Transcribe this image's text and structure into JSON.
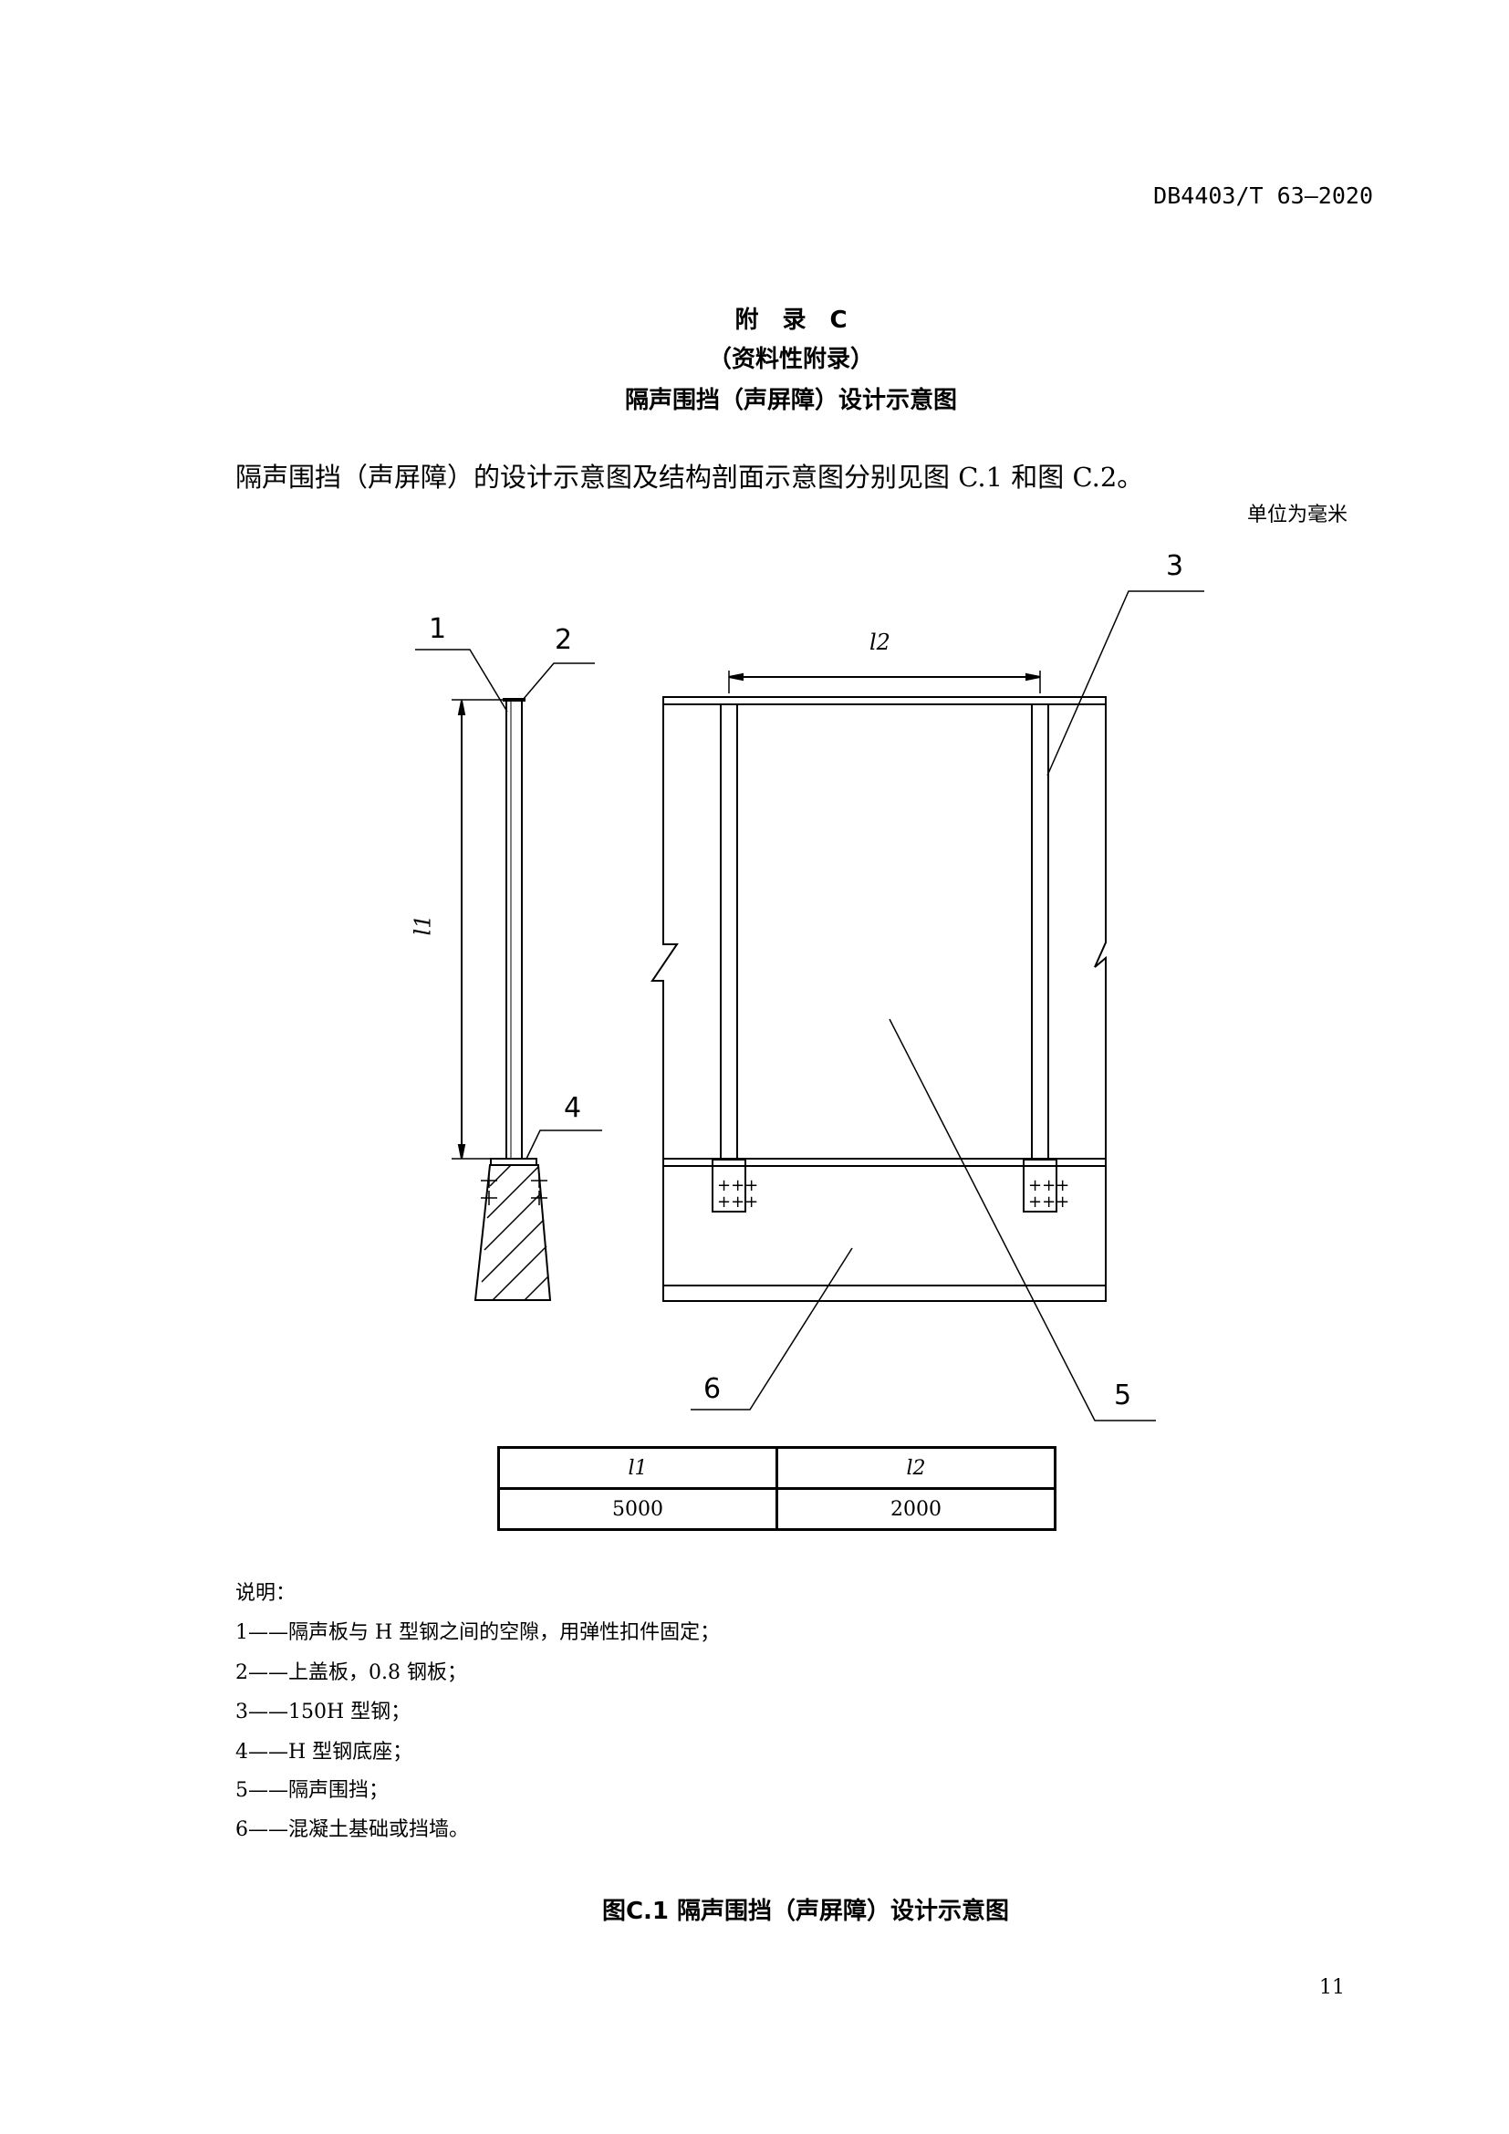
{
  "header": {
    "doc_code": "DB4403/T 63—2020"
  },
  "titles": {
    "appendix": "附　录　C",
    "type": "（资料性附录）",
    "name": "隔声围挡（声屏障）设计示意图"
  },
  "intro": "隔声围挡（声屏障）的设计示意图及结构剖面示意图分别见图 C.1 和图 C.2。",
  "unit_note": "单位为毫米",
  "drawing": {
    "callouts": [
      "1",
      "2",
      "3",
      "4",
      "5",
      "6"
    ],
    "dim_l1": "l1",
    "dim_l2": "l2"
  },
  "dimension_table": {
    "headers": [
      "l1",
      "l2"
    ],
    "values": [
      "5000",
      "2000"
    ]
  },
  "legend": {
    "title": "说明：",
    "items": [
      "1——隔声板与 H 型钢之间的空隙，用弹性扣件固定；",
      "2——上盖板，0.8 钢板；",
      "3——150H 型钢；",
      "4——H 型钢底座；",
      "5——隔声围挡；",
      "6——混凝土基础或挡墙。"
    ]
  },
  "caption": "图C.1 隔声围挡（声屏障）设计示意图",
  "page_number": "11"
}
